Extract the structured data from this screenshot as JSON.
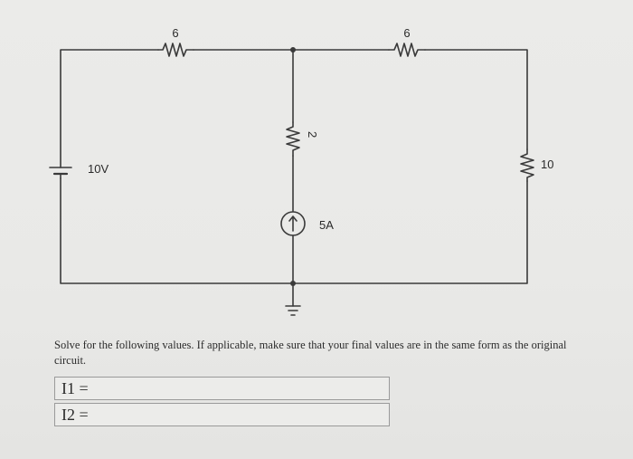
{
  "circuit": {
    "top_left_resistor": "6",
    "top_right_resistor": "6",
    "middle_resistor": "2",
    "right_resistor": "10",
    "voltage_source": "10V",
    "current_source": "5A"
  },
  "problem": {
    "prompt": "Solve for the following values. If applicable, make sure that your final values are in the same form as the original circuit."
  },
  "answers": [
    {
      "label": "I1 ="
    },
    {
      "label": "I2 ="
    }
  ]
}
